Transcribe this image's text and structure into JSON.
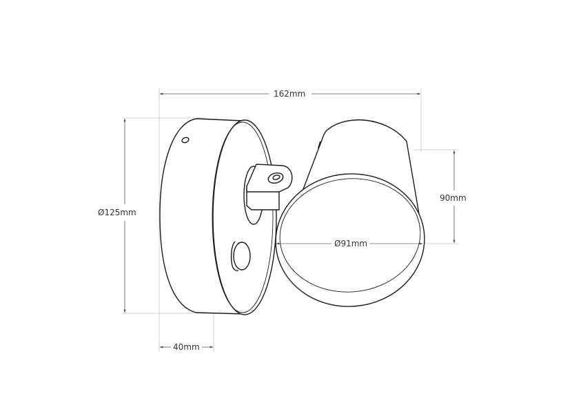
{
  "diagram": {
    "subject": "Wall spotlight with round base and cylindrical head",
    "line_color": "#1a1a1a",
    "dimension_line_color": "#b0b0b0",
    "dimensions": {
      "overall_width": "162mm",
      "base_diameter": "Ø125mm",
      "base_depth": "40mm",
      "head_length": "90mm",
      "head_diameter": "Ø91mm"
    }
  }
}
